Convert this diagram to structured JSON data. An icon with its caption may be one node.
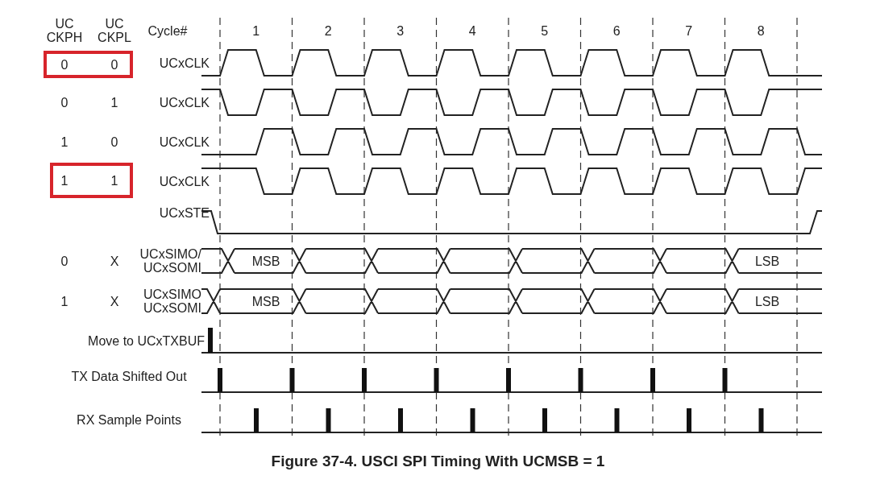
{
  "diagram": {
    "caption": "Figure 37-4. USCI SPI Timing With UCMSB = 1",
    "nodes": [
      {
        "text": [
          "0",
          "0"
        ]
      },
      {
        "text": [
          "1",
          "1"
        ]
      }
    ],
    "labels": [
      "UC CKPH",
      "UC CKPL",
      "Cycle#",
      "1",
      "2",
      "3",
      "4",
      "5",
      "6",
      "7",
      "8",
      "UCxCLK",
      "0",
      "1",
      "UCxCLK",
      "1",
      "0",
      "UCxCLK",
      "UCxCLK",
      "UCxSTE",
      "0",
      "X",
      "UCxSIMO/ UCxSOMI",
      "MSB",
      "LSB",
      "1",
      "X",
      "UCxSIMO UCxSOMI",
      "MSB",
      "LSB",
      "Move to UCxTXBUF",
      "TX Data Shifted Out",
      "RX Sample Points"
    ]
  }
}
